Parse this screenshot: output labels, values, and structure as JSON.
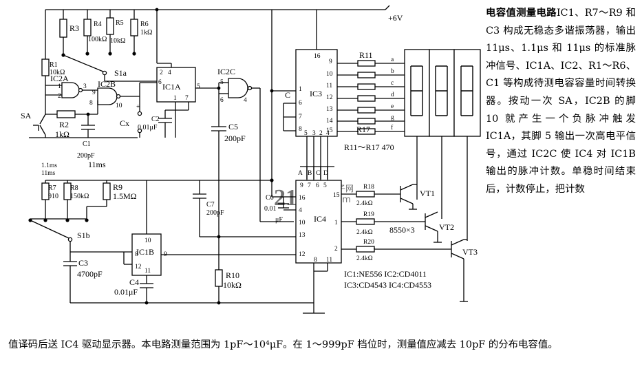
{
  "title": "电容值测量电路",
  "description_side": "IC1、R7～R9 和 C3 构成无稳态多谐振荡器，输出 11μs、1.1μs 和 11μs 的标准脉冲信号、IC1A、IC2、R1～R6、C1 等构成待测电容容量时间转换器。按动一次 SA，IC2B 的脚 10 就产生一个负脉冲触发 IC1A，其脚 5 输出一次高电平信号，通过 IC2C 使 IC4 对 IC1B 输出的脉冲计数。单稳时间结束后，计数停止，把计数",
  "description_bottom": "值译码后送 IC4 驱动显示器。本电路测量范围为 1pF～10⁴μF。在 1～999pF 档位时，测量值应减去 10pF 的分布电容值。",
  "watermark": {
    "main": "21IC",
    "sub1": "电子网",
    "sub2": ".com"
  },
  "supply": "+6V",
  "parts_note": "IC1:NE556 IC2:CD4011\nIC3:CD4543 IC4:CD4553",
  "components": {
    "r3": "R3",
    "r4": "R4",
    "r4v": "100kΩ",
    "r5": "R5",
    "r5v": "10kΩ",
    "r6": "R6",
    "r6v": "1kΩ",
    "r1": "R1",
    "r1v": "10kΩ",
    "r2": "R2",
    "r2v": "1kΩ",
    "c1": "C1",
    "c1v": "200pF",
    "c2": "C2",
    "c2v": "0.01μF",
    "c5": "C5",
    "c5v": "200pF",
    "c6": "C6",
    "c6v": "0.01",
    "c6u": "μF",
    "c7": "C7",
    "c7v": "200pF",
    "c3": "C3",
    "c3v": "4700pF",
    "c4": "C4",
    "c4v": "0.01μF",
    "r7": "R7",
    "r7v": "910",
    "r8": "R8",
    "r8v": "150kΩ",
    "r9": "R9",
    "r9v": "1.5MΩ",
    "r10": "R10",
    "r10v": "10kΩ",
    "r11": "R11",
    "r17": "R17",
    "r_range": "R11～R17  470",
    "r18": "R18",
    "r18v": "2.4kΩ",
    "r19": "R19",
    "r19v": "2.4kΩ",
    "r20": "R20",
    "r20v": "2.4kΩ",
    "ic1a": "IC1A",
    "ic1b": "IC1B",
    "ic2a": "IC2A",
    "ic2b": "IC2B",
    "ic2c": "IC2C",
    "ic3": "IC3",
    "ic4": "IC4",
    "vt1": "VT1",
    "vt2": "VT2",
    "vt3": "VT3",
    "vt_type": "8550×3",
    "sa": "SA",
    "s1a": "S1a",
    "s1b": "S1b",
    "cx": "Cx",
    "c_pin": "C",
    "t1": "1.1ms",
    "t2": "11ms",
    "t3": "11ms",
    "seg_a": "a",
    "seg_b": "b",
    "seg_c": "c",
    "seg_d": "d",
    "seg_e": "e",
    "seg_g": "g",
    "seg_f": "f",
    "bus_a": "A",
    "bus_b": "B",
    "bus_c": "C",
    "bus_d": "D"
  }
}
